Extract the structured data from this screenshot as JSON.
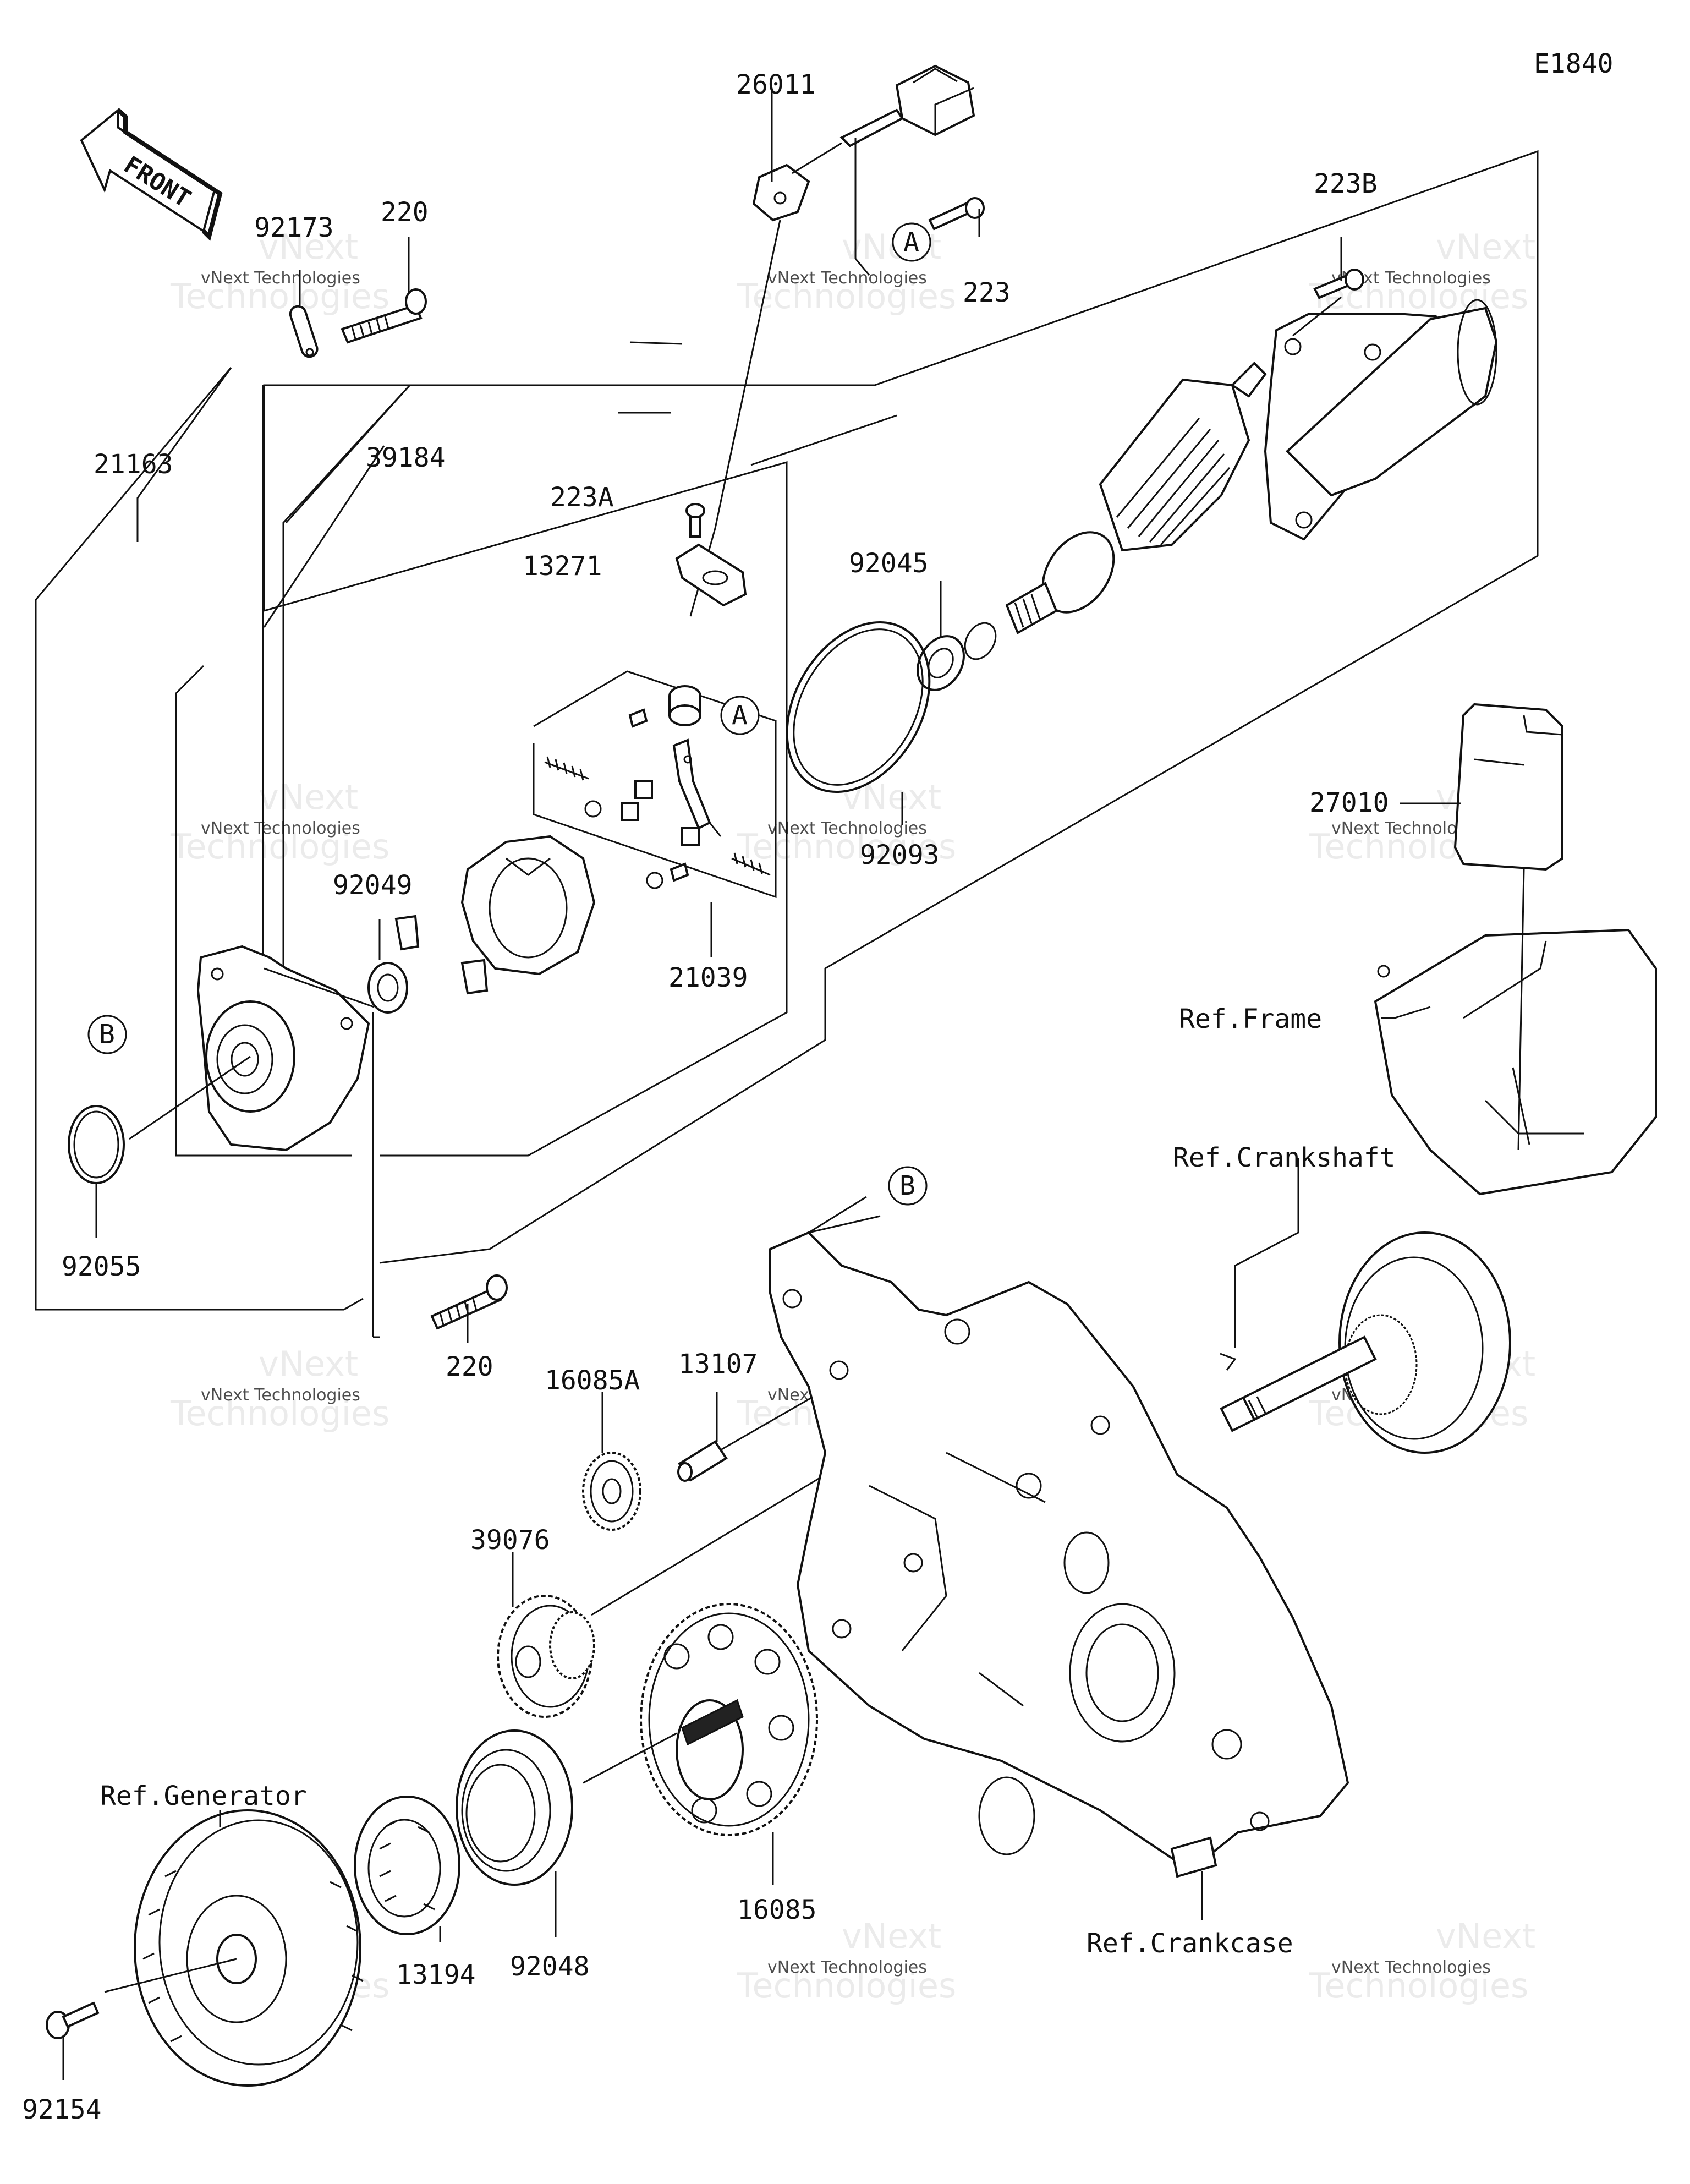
{
  "diagram_code": "E1840",
  "front_label": "FRONT",
  "callouts": {
    "a_upper": "A",
    "a_lower": "A",
    "b_left": "B",
    "b_mid": "B"
  },
  "parts": [
    {
      "id": "26011",
      "label": "26011"
    },
    {
      "id": "92173",
      "label": "92173"
    },
    {
      "id": "220_top",
      "label": "220"
    },
    {
      "id": "223",
      "label": "223"
    },
    {
      "id": "223B",
      "label": "223B"
    },
    {
      "id": "21163",
      "label": "21163"
    },
    {
      "id": "39184",
      "label": "39184"
    },
    {
      "id": "223A",
      "label": "223A"
    },
    {
      "id": "13271",
      "label": "13271"
    },
    {
      "id": "92045",
      "label": "92045"
    },
    {
      "id": "92093",
      "label": "92093"
    },
    {
      "id": "27010",
      "label": "27010"
    },
    {
      "id": "92049",
      "label": "92049"
    },
    {
      "id": "21039",
      "label": "21039"
    },
    {
      "id": "92055",
      "label": "92055"
    },
    {
      "id": "220_bottom",
      "label": "220"
    },
    {
      "id": "16085A",
      "label": "16085A"
    },
    {
      "id": "13107",
      "label": "13107"
    },
    {
      "id": "39076",
      "label": "39076"
    },
    {
      "id": "16085",
      "label": "16085"
    },
    {
      "id": "92048",
      "label": "92048"
    },
    {
      "id": "13194",
      "label": "13194"
    },
    {
      "id": "92154",
      "label": "92154"
    }
  ],
  "references": {
    "frame": "Ref.Frame",
    "crankshaft": "Ref.Crankshaft",
    "generator": "Ref.Generator",
    "crankcase": "Ref.Crankcase"
  },
  "watermark": {
    "brand": "vNext Technologies",
    "top": "vNext",
    "bottom": "Technologies"
  }
}
